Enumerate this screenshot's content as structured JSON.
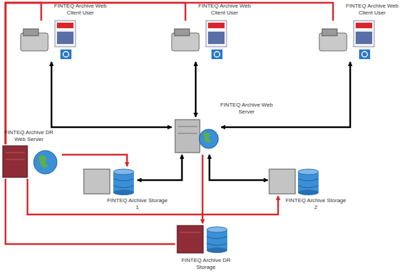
{
  "diagram": {
    "nodes": [
      {
        "text": [
          "FINTEQ Archive Web Client User"
        ]
      },
      {
        "text": [
          "FINTEQ Archive Web Client User"
        ]
      },
      {
        "text": [
          "FINTEQ Archive Web Client User"
        ]
      },
      {
        "text": [
          "FINTEQ Archive Web Server"
        ]
      },
      {
        "text": [
          "FINTEQ Archive DR Web Server"
        ]
      },
      {
        "text": [
          "FINTEQ Archive Storage 1"
        ]
      },
      {
        "text": [
          "FINTEQ Archive Storage 2"
        ]
      },
      {
        "text": [
          "FINTEQ Archive DR Storage"
        ]
      }
    ],
    "edges": [
      {
        "from": 0,
        "to": 3,
        "arrow": "both"
      },
      {
        "from": 1,
        "to": 3,
        "arrow": "both"
      },
      {
        "from": 2,
        "to": 3,
        "arrow": "both"
      },
      {
        "from": 3,
        "to": 5,
        "arrow": "both"
      },
      {
        "from": 3,
        "to": 6,
        "arrow": "both"
      },
      {
        "from": 4,
        "to": 0,
        "arrow": "none"
      },
      {
        "from": 4,
        "to": 1,
        "arrow": "none"
      },
      {
        "from": 4,
        "to": 2,
        "arrow": "none"
      },
      {
        "from": 4,
        "to": 5,
        "arrow": "to"
      },
      {
        "from": 4,
        "to": 6,
        "arrow": "to"
      },
      {
        "from": 3,
        "to": 7,
        "arrow": "to"
      },
      {
        "from": 4,
        "to": 7,
        "arrow": "none"
      }
    ]
  }
}
